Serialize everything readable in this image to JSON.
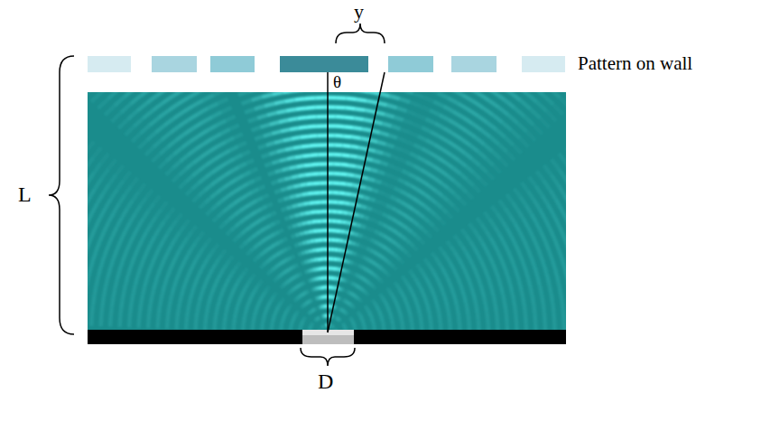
{
  "diagram": {
    "labels": [
      "y",
      "θ",
      "Pattern on wall",
      "L",
      "D"
    ]
  }
}
